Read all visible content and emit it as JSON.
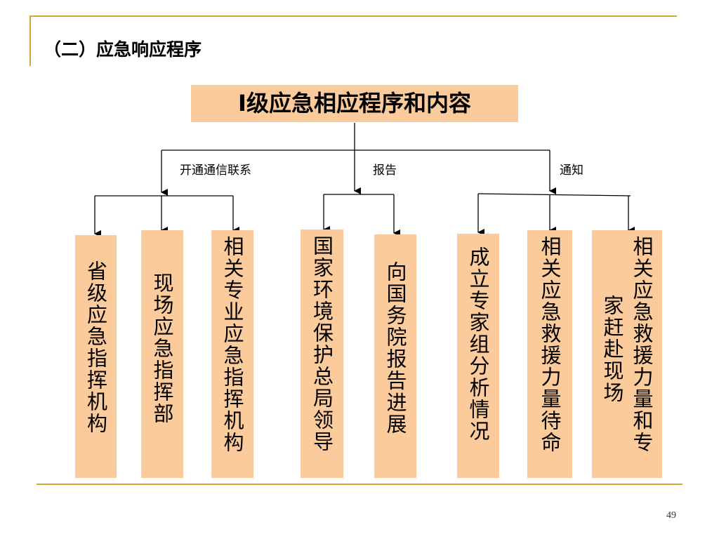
{
  "section_title": "（二）应急响应程序",
  "head_box": "Ⅰ级应急相应程序和内容",
  "branches": [
    {
      "label": "开通通信联系",
      "boxes": [
        {
          "lines": [
            "省级应急指挥机构"
          ]
        },
        {
          "lines": [
            "现场应急指挥部"
          ]
        },
        {
          "lines": [
            "相关专业应急指挥机构"
          ]
        }
      ]
    },
    {
      "label": "报告",
      "boxes": [
        {
          "lines": [
            "国家环境保护总局领导"
          ]
        },
        {
          "lines": [
            "向国务院报告进展"
          ]
        }
      ]
    },
    {
      "label": "通知",
      "boxes": [
        {
          "lines": [
            "成立专家组分析情况"
          ]
        },
        {
          "lines": [
            "相关应急救援力量待命"
          ]
        },
        {
          "lines": [
            "相关应急救援力量和专",
            "家赶赴现场"
          ]
        }
      ]
    }
  ],
  "page_number": "49",
  "colors": {
    "box_fill": "#fbcb9c",
    "rule": "#d4a53a"
  }
}
